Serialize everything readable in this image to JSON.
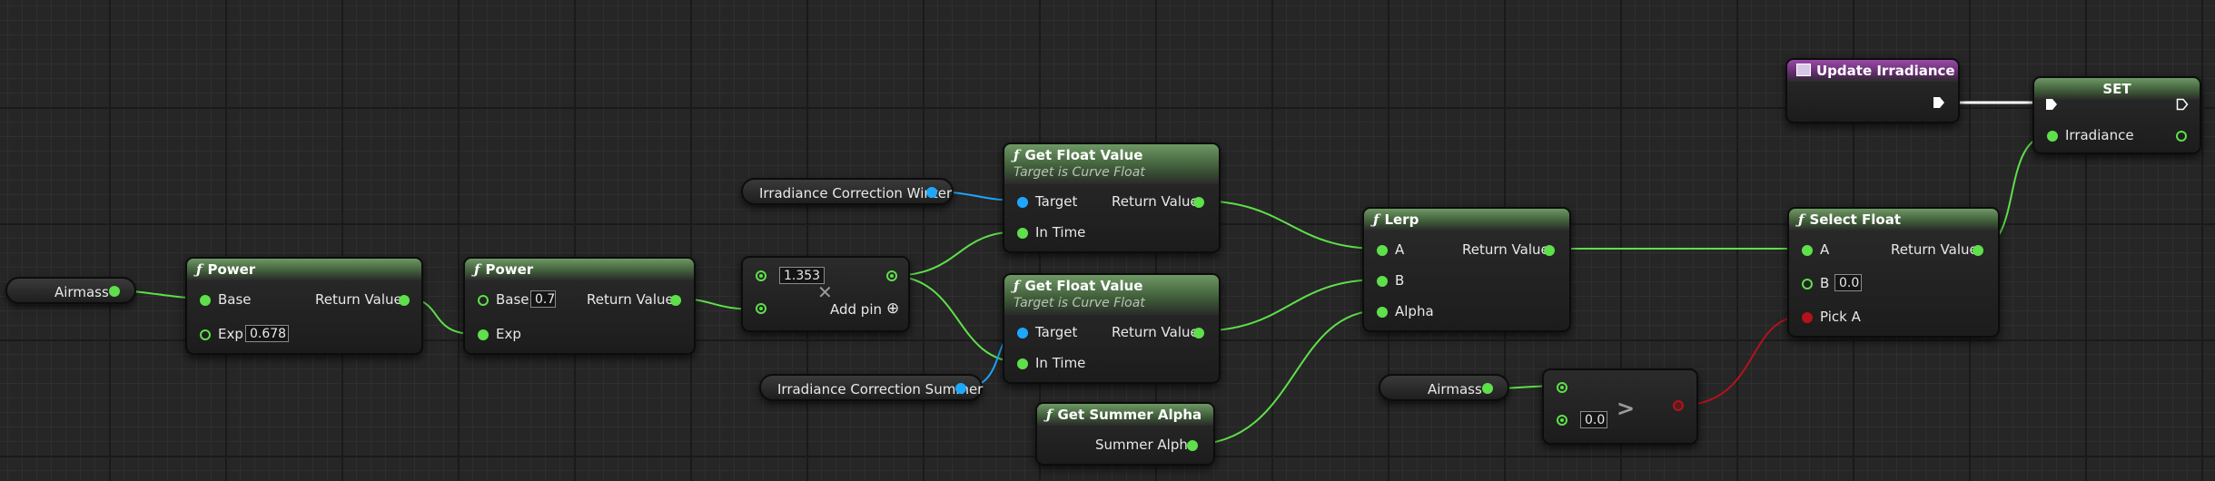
{
  "colors": {
    "float_wire": "#5ee04a",
    "object_wire": "#1ea7ff",
    "bool_wire": "#b4121c",
    "exec_wire": "#ffffff"
  },
  "nodes": {
    "airmass_var_1": {
      "label": "Airmass"
    },
    "power_1": {
      "title": "Power",
      "icon": "function-icon",
      "base": "Base",
      "exp": "Exp",
      "exp_value": "0.678",
      "return": "Return Value"
    },
    "power_2": {
      "title": "Power",
      "icon": "function-icon",
      "base": "Base",
      "base_value": "0.7",
      "exp": "Exp",
      "return": "Return Value"
    },
    "multiply": {
      "value": "1.353",
      "add_pin": "Add pin",
      "remove_icon": "close-icon",
      "add_icon": "plus-circle-icon"
    },
    "irr_winter": {
      "label": "Irradiance Correction Winter"
    },
    "irr_summer": {
      "label": "Irradiance Correction Summer"
    },
    "get_float_1": {
      "title": "Get Float Value",
      "subtitle": "Target is Curve Float",
      "target": "Target",
      "in_time": "In Time",
      "return": "Return Value"
    },
    "get_float_2": {
      "title": "Get Float Value",
      "subtitle": "Target is Curve Float",
      "target": "Target",
      "in_time": "In Time",
      "return": "Return Value"
    },
    "get_summer_alpha": {
      "title": "Get Summer Alpha",
      "out": "Summer Alpha"
    },
    "lerp": {
      "title": "Lerp",
      "a": "A",
      "b": "B",
      "alpha": "Alpha",
      "return": "Return Value"
    },
    "airmass_var_2": {
      "label": "Airmass"
    },
    "greater": {
      "symbol": ">",
      "b_value": "0.0"
    },
    "select_float": {
      "title": "Select Float",
      "a": "A",
      "b": "B",
      "b_value": "0.0",
      "pick": "Pick A",
      "return": "Return Value"
    },
    "update_irradiance": {
      "title": "Update Irradiance",
      "icon": "event-icon"
    },
    "set": {
      "title": "SET",
      "var": "Irradiance"
    }
  }
}
